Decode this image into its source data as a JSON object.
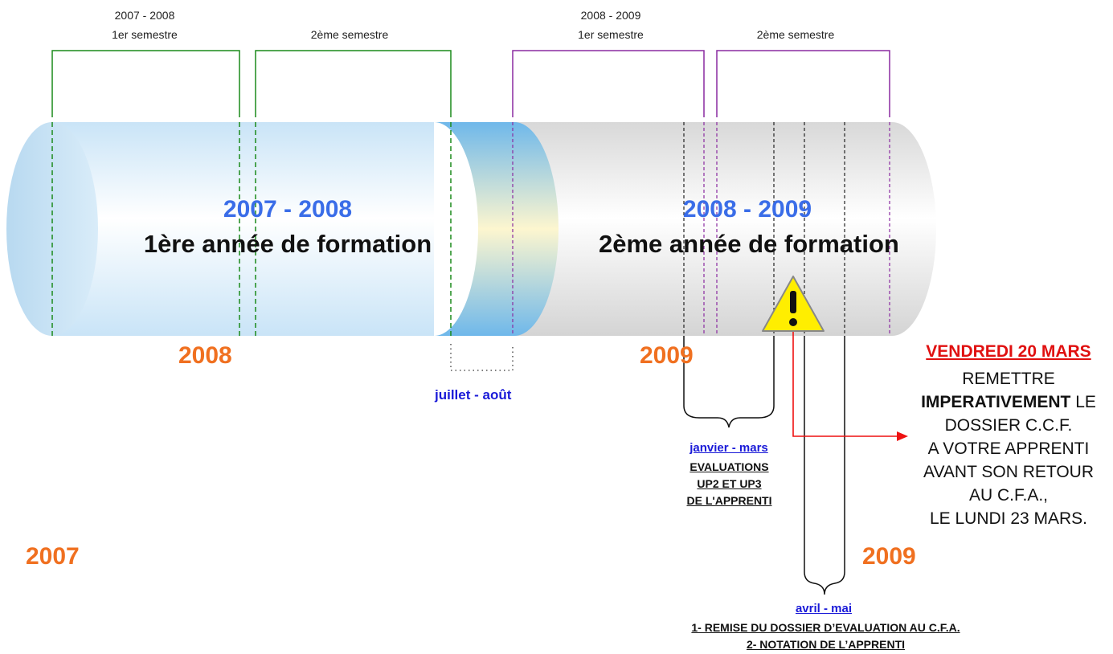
{
  "top_labels": {
    "y1_years": "2007 - 2008",
    "y1_s1": "1er semestre",
    "y1_s2": "2ème semestre",
    "y2_years": "2008 - 2009",
    "y2_s1": "1er semestre",
    "y2_s2": "2ème semestre"
  },
  "cylinder": {
    "y1_period": "2007 - 2008",
    "y1_title": "1ère année de formation",
    "y2_period": "2008 - 2009",
    "y2_title": "2ème année de formation"
  },
  "years": {
    "y2008": "2008",
    "y2009_mid": "2009",
    "y2007": "2007",
    "y2009_right": "2009"
  },
  "summer": "juillet - août",
  "janvier": {
    "title": "janvier - mars",
    "line1": "EVALUATIONS",
    "line2": "UP2 ET UP3",
    "line3": "DE L'APPRENTI"
  },
  "avril": {
    "title": "avril - mai",
    "line1": "1- REMISE DU DOSSIER D’EVALUATION AU C.F.A.",
    "line2": "2- NOTATION DE L’APPRENTI"
  },
  "notice": {
    "heading": "VENDREDI 20 MARS",
    "l1": "REMETTRE",
    "l2_bold": "IMPERATIVEMENT",
    "l2_rest": " LE",
    "l3": "DOSSIER C.C.F.",
    "l4": "A VOTRE APPRENTI",
    "l5": "AVANT SON RETOUR",
    "l6": "AU C.F.A.,",
    "l7": "LE LUNDI 23 MARS."
  },
  "colors": {
    "green": "#1a8a1a",
    "purple": "#8a2aa0",
    "orange": "#f07020",
    "blue": "#3a6de8",
    "red": "#e01010"
  }
}
